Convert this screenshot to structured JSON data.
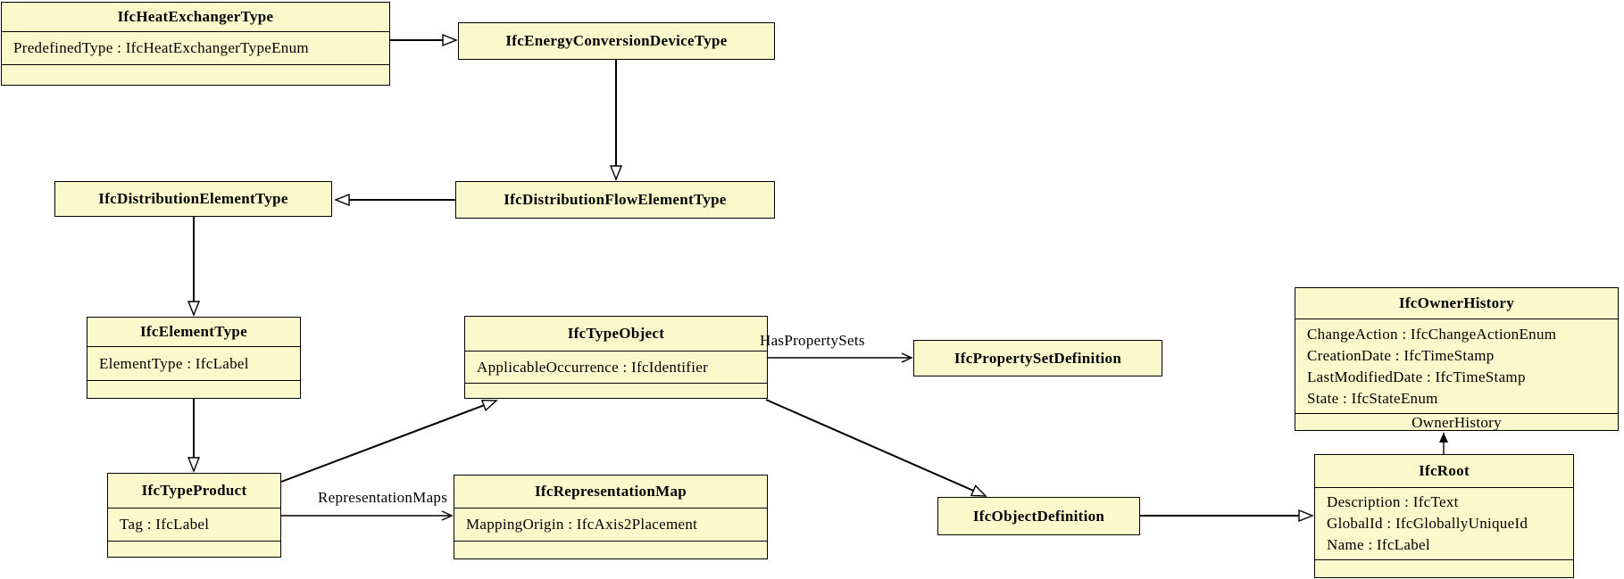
{
  "colors": {
    "background": "#ffffff",
    "box_fill": "#fbf8cc",
    "line": "#000000",
    "text": "#000000"
  },
  "classes": [
    {
      "id": "IfcHeatExchangerType",
      "title": "IfcHeatExchangerType",
      "attributes": [
        "PredefinedType : IfcHeatExchangerTypeEnum"
      ]
    },
    {
      "id": "IfcEnergyConversionDeviceType",
      "title": "IfcEnergyConversionDeviceType",
      "attributes": []
    },
    {
      "id": "IfcDistributionElementType",
      "title": "IfcDistributionElementType",
      "attributes": []
    },
    {
      "id": "IfcDistributionFlowElementType",
      "title": "IfcDistributionFlowElementType",
      "attributes": []
    },
    {
      "id": "IfcElementType",
      "title": "IfcElementType",
      "attributes": [
        "ElementType : IfcLabel"
      ]
    },
    {
      "id": "IfcTypeObject",
      "title": "IfcTypeObject",
      "attributes": [
        "ApplicableOccurrence : IfcIdentifier"
      ]
    },
    {
      "id": "IfcPropertySetDefinition",
      "title": "IfcPropertySetDefinition",
      "attributes": []
    },
    {
      "id": "IfcOwnerHistory",
      "title": "IfcOwnerHistory",
      "attributes": [
        "ChangeAction : IfcChangeActionEnum",
        "CreationDate : IfcTimeStamp",
        "LastModifiedDate : IfcTimeStamp",
        "State : IfcStateEnum"
      ],
      "footer_label": "OwnerHistory"
    },
    {
      "id": "IfcTypeProduct",
      "title": "IfcTypeProduct",
      "attributes": [
        "Tag : IfcLabel"
      ]
    },
    {
      "id": "IfcRepresentationMap",
      "title": "IfcRepresentationMap",
      "attributes": [
        "MappingOrigin : IfcAxis2Placement"
      ]
    },
    {
      "id": "IfcObjectDefinition",
      "title": "IfcObjectDefinition",
      "attributes": []
    },
    {
      "id": "IfcRoot",
      "title": "IfcRoot",
      "attributes": [
        "Description : IfcText",
        "GlobalId : IfcGloballyUniqueId",
        "Name : IfcLabel"
      ]
    }
  ],
  "edge_labels": {
    "has_property_sets": "HasPropertySets",
    "representation_maps": "RepresentationMaps"
  },
  "relationships": [
    {
      "from": "IfcHeatExchangerType",
      "to": "IfcEnergyConversionDeviceType",
      "type": "generalization"
    },
    {
      "from": "IfcEnergyConversionDeviceType",
      "to": "IfcDistributionFlowElementType",
      "type": "generalization"
    },
    {
      "from": "IfcDistributionFlowElementType",
      "to": "IfcDistributionElementType",
      "type": "generalization"
    },
    {
      "from": "IfcDistributionElementType",
      "to": "IfcElementType",
      "type": "generalization"
    },
    {
      "from": "IfcElementType",
      "to": "IfcTypeProduct",
      "type": "generalization"
    },
    {
      "from": "IfcTypeProduct",
      "to": "IfcTypeObject",
      "type": "generalization"
    },
    {
      "from": "IfcTypeObject",
      "to": "IfcObjectDefinition",
      "type": "generalization"
    },
    {
      "from": "IfcObjectDefinition",
      "to": "IfcRoot",
      "type": "generalization"
    },
    {
      "from": "IfcTypeObject",
      "to": "IfcPropertySetDefinition",
      "type": "association",
      "label": "HasPropertySets"
    },
    {
      "from": "IfcTypeProduct",
      "to": "IfcRepresentationMap",
      "type": "association",
      "label": "RepresentationMaps"
    },
    {
      "from": "IfcRoot",
      "to": "IfcOwnerHistory",
      "type": "association",
      "label": "OwnerHistory"
    }
  ]
}
